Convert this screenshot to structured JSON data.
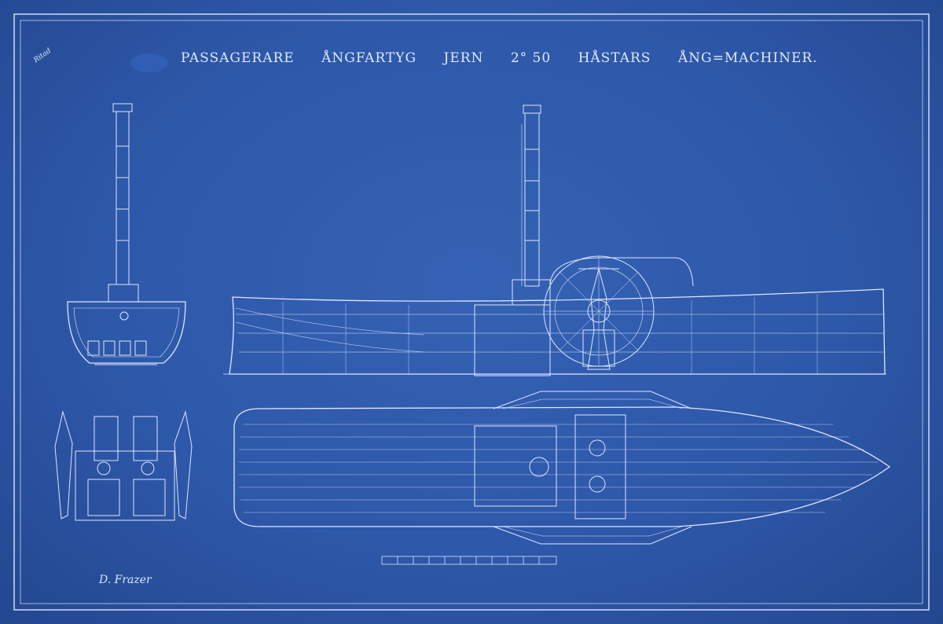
{
  "title_parts": [
    "PASSAGERARE",
    "ÅNGFARTYG",
    "JERN",
    "2° 50",
    "HÅSTARS",
    "ÅNG=MACHINER."
  ],
  "corner_note": "Ritad",
  "signature": "D. Frazer",
  "colors": {
    "paper": "#2e58a9",
    "line": "#dbe6ff",
    "faint": "#9fb6e6"
  }
}
